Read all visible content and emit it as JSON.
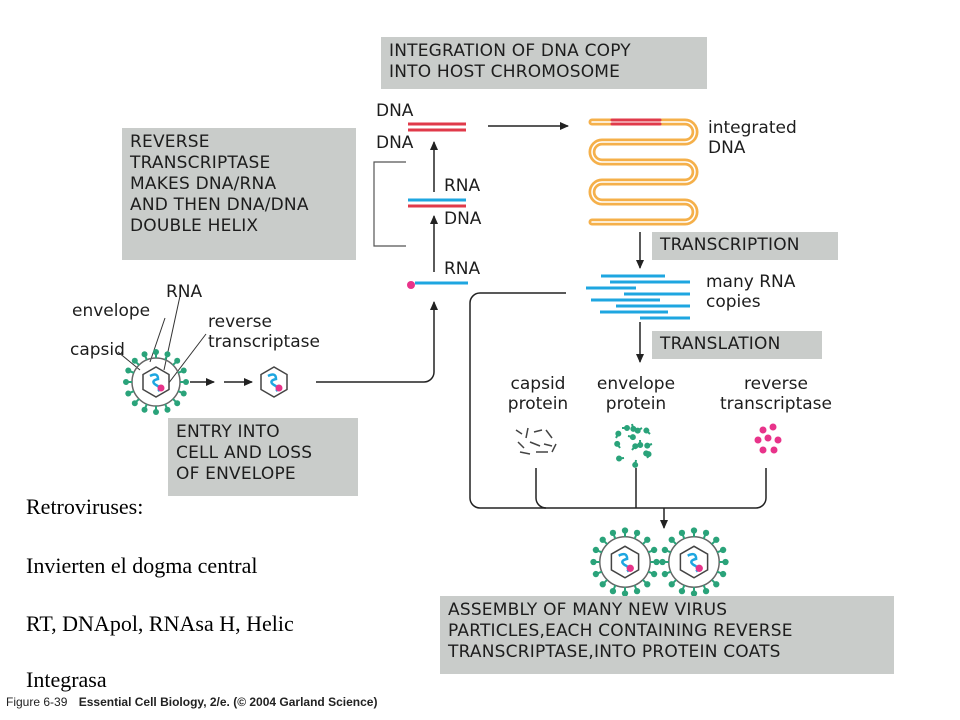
{
  "boxes": {
    "integration": [
      "INTEGRATION OF DNA COPY",
      "INTO HOST CHROMOSOME"
    ],
    "reverse_transcriptase": [
      "REVERSE",
      "TRANSCRIPTASE",
      "MAKES DNA/RNA",
      "AND THEN DNA/DNA",
      "DOUBLE HELIX"
    ],
    "transcription": "TRANSCRIPTION",
    "translation": "TRANSLATION",
    "entry": [
      "ENTRY INTO",
      "CELL AND LOSS",
      "OF ENVELOPE"
    ],
    "assembly": [
      "ASSEMBLY OF MANY NEW VIRUS",
      "PARTICLES,EACH CONTAINING REVERSE",
      "TRANSCRIPTASE,INTO PROTEIN COATS"
    ]
  },
  "labels": {
    "dna_top_1": "DNA",
    "dna_top_2": "DNA",
    "rna_mid": "RNA",
    "dna_mid": "DNA",
    "rna_low": "RNA",
    "integrated_dna": [
      "integrated",
      "DNA"
    ],
    "many_rna": [
      "many RNA",
      "copies"
    ],
    "capsid_protein": [
      "capsid",
      "protein"
    ],
    "envelope_protein": [
      "envelope",
      "protein"
    ],
    "reverse_transcriptase_protein": [
      "reverse",
      "transcriptase"
    ],
    "virus_rna": "RNA",
    "virus_envelope": "envelope",
    "virus_capsid": "capsid",
    "virus_rt": [
      "reverse",
      "transcriptase"
    ]
  },
  "notes": [
    "Retroviruses:",
    "Invierten el dogma central",
    "RT, DNApol, RNAsa H, Helic",
    "Integrasa"
  ],
  "caption": {
    "figure": "Figure 6-39",
    "source": "Essential Cell Biology, 2/e. (© 2004 Garland Science)"
  },
  "colors": {
    "box_gray": "#c9ccca",
    "dna_red": "#e03a4a",
    "rna_blue": "#1ea6e0",
    "chromosome_orange": "#f5b04a",
    "capsid_green": "#2aa37a",
    "rt_magenta": "#e8338a"
  }
}
